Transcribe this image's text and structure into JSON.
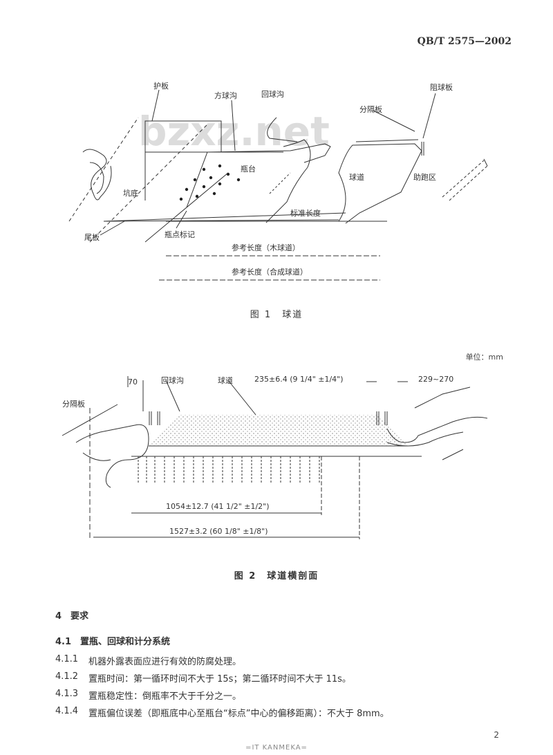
{
  "header": {
    "standard_code": "QB/T 2575—2002"
  },
  "figure1": {
    "caption": "图 1　球道",
    "labels": {
      "guard": "护板",
      "square_gutter": "方球沟",
      "return_gutter": "回球沟",
      "divider": "分隔板",
      "collector": "阻球板",
      "platform": "瓶台",
      "approach": "助跑区",
      "lane": "球道",
      "pit": "坑底",
      "tail_plate": "尾板",
      "pin_marks": "瓶点标记",
      "std_length": "标准长度",
      "ref_length_wood": "参考长度（木球道）",
      "ref_length_synth": "参考长度（合成球道）"
    },
    "watermark": "bzxz.net"
  },
  "figure2": {
    "caption": "图 2　球道横剖面",
    "unit": "单位：mm",
    "labels": {
      "dim_70": "70",
      "return_gutter": "回球沟",
      "lane": "球道",
      "lane_width": "235±6.4 (9 1/4\" ±1/4\")",
      "gutter_width": "229~270",
      "divider": "分隔板",
      "width_1054": "1054±12.7 (41 1/2\" ±1/2\")",
      "width_1527": "1527±3.2 (60 1/8\" ±1/8\")"
    }
  },
  "section4": {
    "title": "4　要求",
    "subtitle": "4.1　置瓶、回球和计分系统",
    "items": [
      {
        "num": "4.1.1",
        "text": "机器外露表面应进行有效的防腐处理。"
      },
      {
        "num": "4.1.2",
        "text": "置瓶时间：第一循环时间不大于 15s；第二循环时间不大于 11s。"
      },
      {
        "num": "4.1.3",
        "text": "置瓶稳定性：倒瓶率不大于千分之一。"
      },
      {
        "num": "4.1.4",
        "text": "置瓶偏位误差（即瓶底中心至瓶台“标点”中心的偏移距离）：不大于 8mm。"
      }
    ]
  },
  "footer": {
    "page_number": "2",
    "mark": "=IT KANMEKA="
  }
}
